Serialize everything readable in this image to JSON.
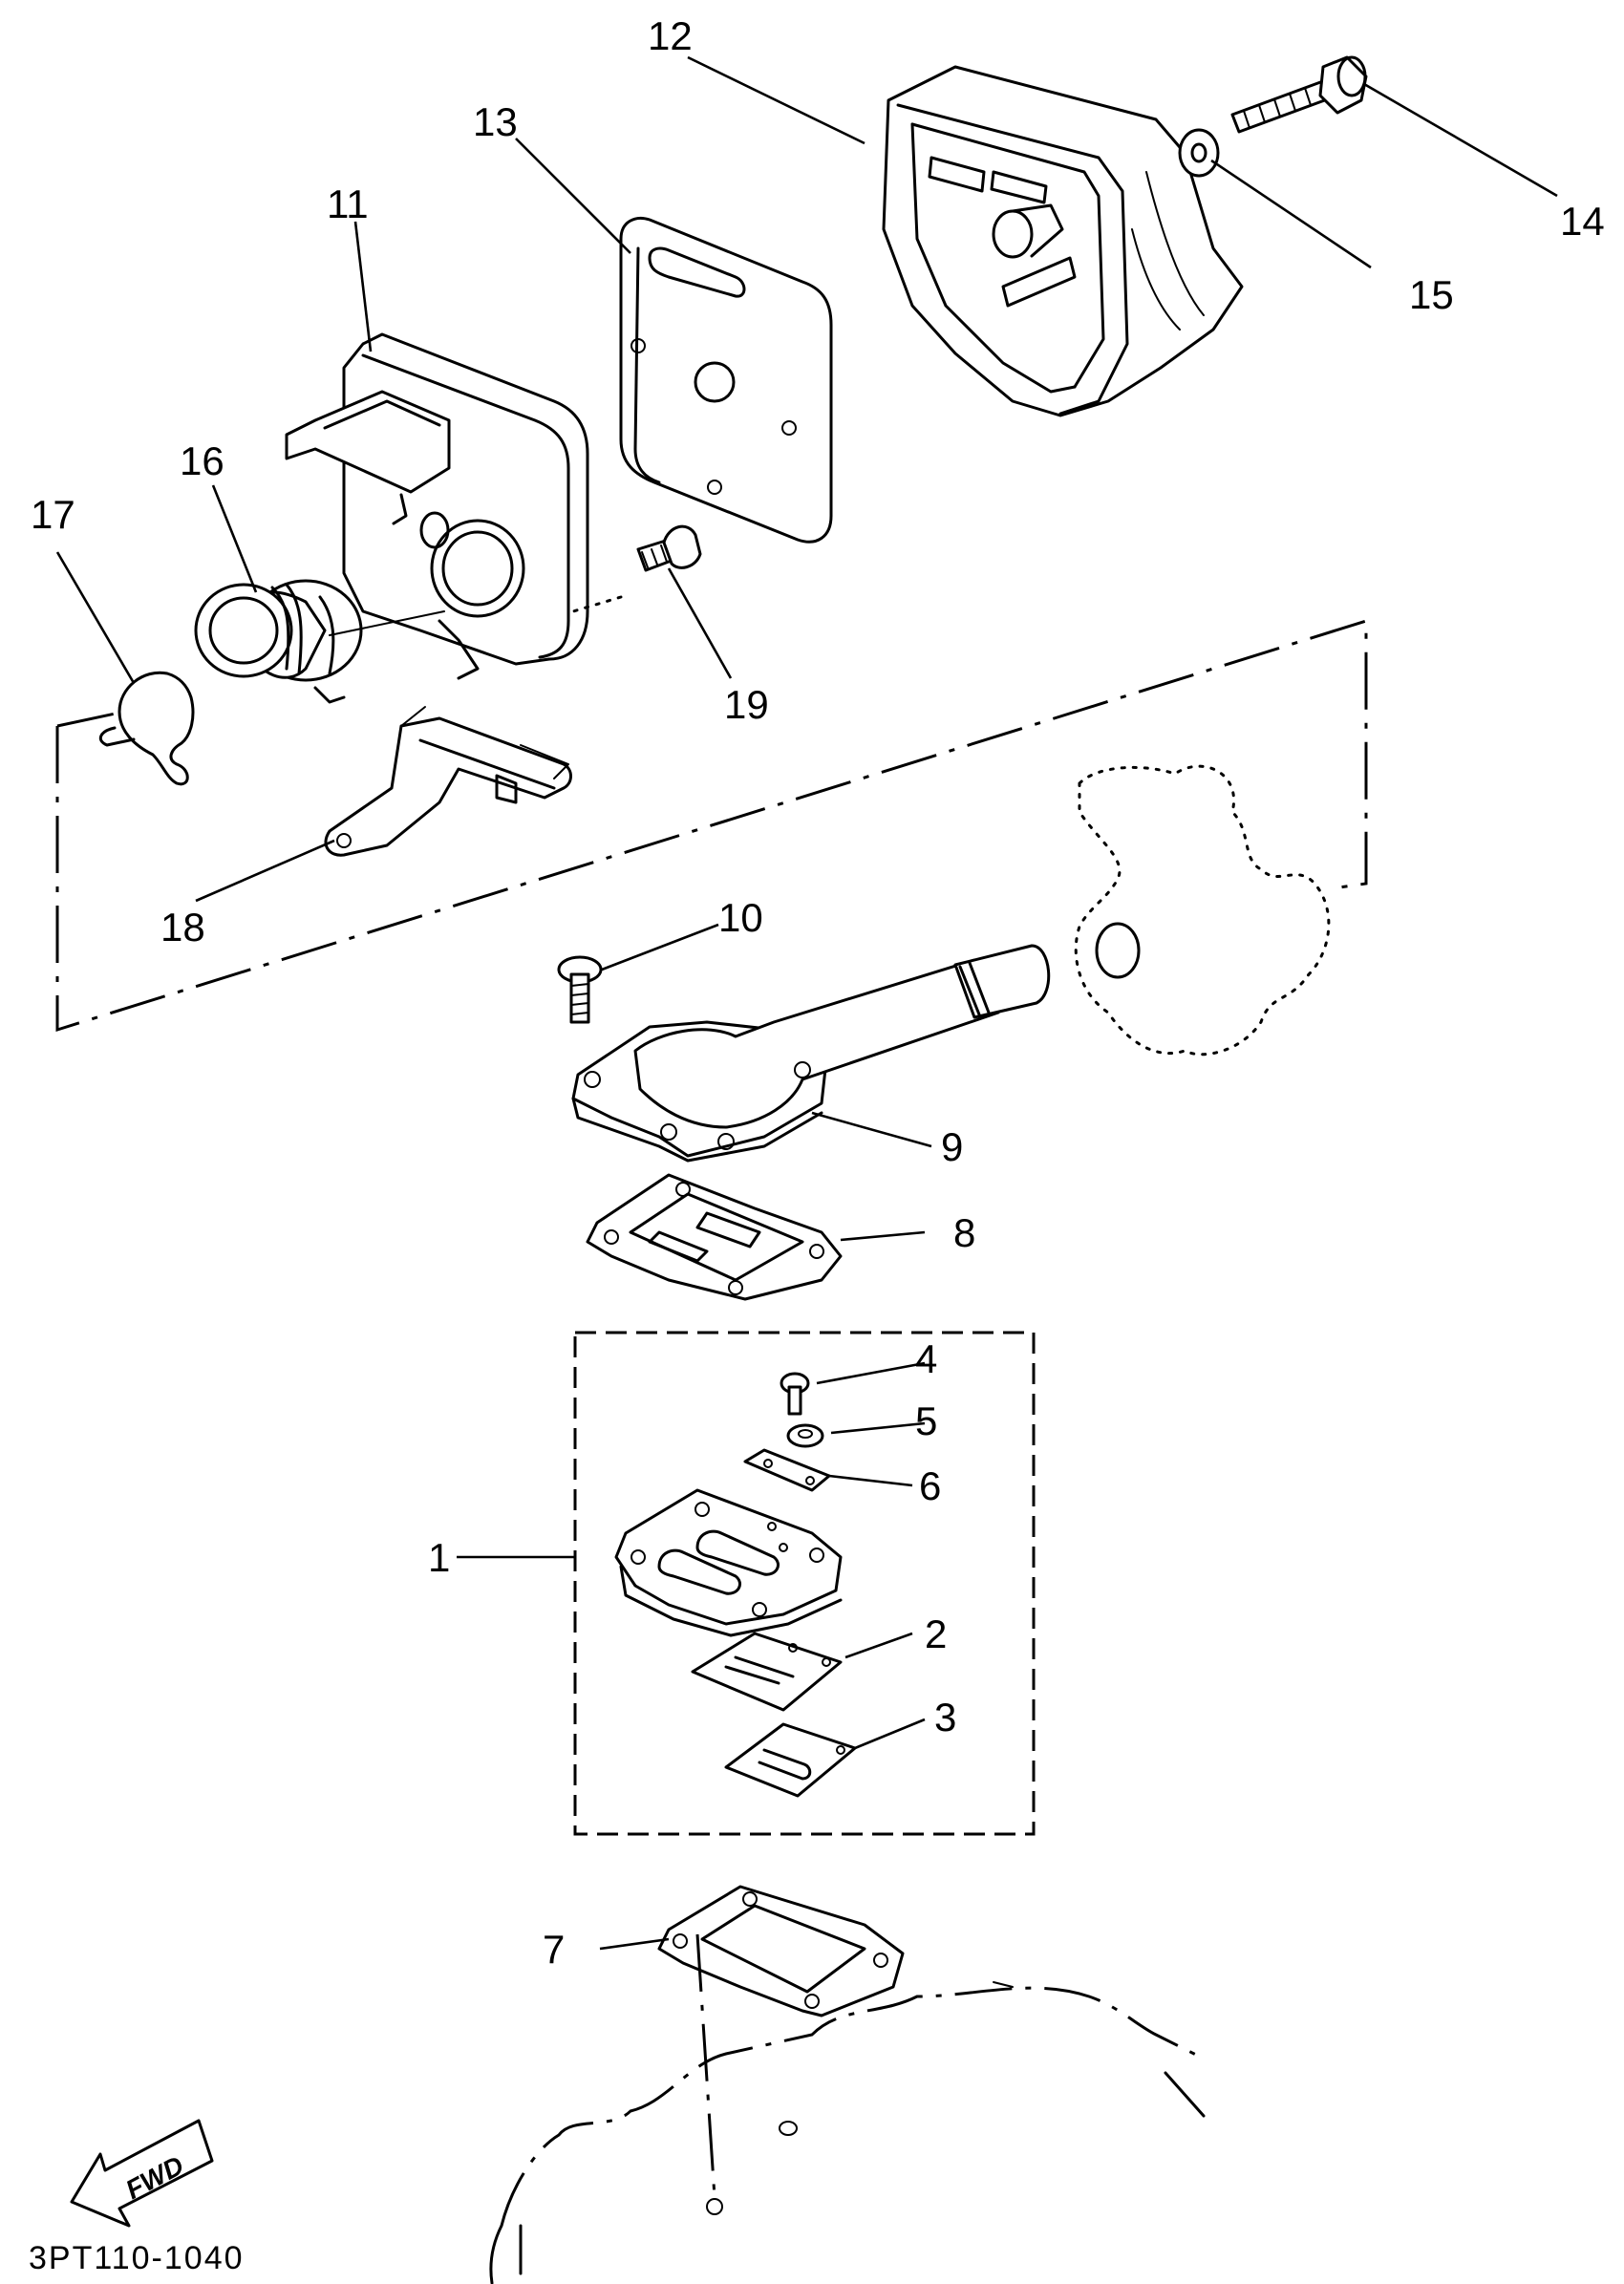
{
  "diagram": {
    "code": "3PT110-1040",
    "fwd_label": "FWD",
    "callouts": [
      {
        "id": "1",
        "label": "1"
      },
      {
        "id": "2",
        "label": "2"
      },
      {
        "id": "3",
        "label": "3"
      },
      {
        "id": "4",
        "label": "4"
      },
      {
        "id": "5",
        "label": "5"
      },
      {
        "id": "6",
        "label": "6"
      },
      {
        "id": "7",
        "label": "7"
      },
      {
        "id": "8",
        "label": "8"
      },
      {
        "id": "9",
        "label": "9"
      },
      {
        "id": "10",
        "label": "10"
      },
      {
        "id": "11",
        "label": "11"
      },
      {
        "id": "12",
        "label": "12"
      },
      {
        "id": "13",
        "label": "13"
      },
      {
        "id": "14",
        "label": "14"
      },
      {
        "id": "15",
        "label": "15"
      },
      {
        "id": "16",
        "label": "16"
      },
      {
        "id": "17",
        "label": "17"
      },
      {
        "id": "18",
        "label": "18"
      },
      {
        "id": "19",
        "label": "19"
      }
    ]
  }
}
